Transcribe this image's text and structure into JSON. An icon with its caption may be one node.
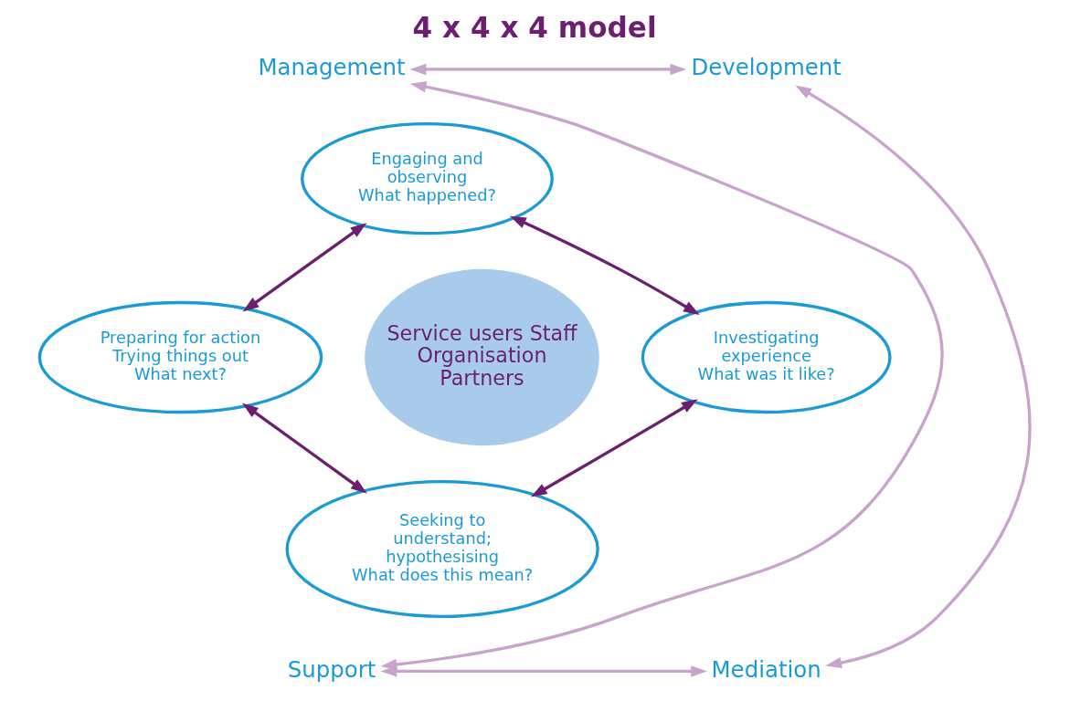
{
  "diagram": {
    "title": "4 x 4 x 4 model",
    "nodes": [
      {
        "text": [
          "Management"
        ]
      },
      {
        "text": [
          "Development"
        ]
      },
      {
        "text": [
          "Engaging and observing",
          "What happened?"
        ]
      },
      {
        "text": [
          "Preparing for action Trying things out",
          "What next?"
        ]
      },
      {
        "text": [
          "Service users Staff Organisation Partners"
        ]
      },
      {
        "text": [
          "Investigating experience",
          "What was it like?"
        ]
      },
      {
        "text": [
          "Seeking to understand; hypothesising",
          "What does this mean?"
        ]
      },
      {
        "text": [
          "Support"
        ]
      },
      {
        "text": [
          "Mediation"
        ]
      }
    ],
    "edges": [
      {
        "from": 0,
        "to": 1,
        "arrow": "both",
        "color": "#c8a4cc"
      },
      {
        "from": 1,
        "to": 8,
        "arrow": "both",
        "color": "#c8a4cc"
      },
      {
        "from": 7,
        "to": 8,
        "arrow": "both",
        "color": "#c8a4cc"
      },
      {
        "from": 0,
        "to": 7,
        "arrow": "both",
        "color": "#c8a4cc"
      },
      {
        "from": 2,
        "to": 5,
        "arrow": "both",
        "color": "#6b1f6e"
      },
      {
        "from": 5,
        "to": 6,
        "arrow": "both",
        "color": "#6b1f6e"
      },
      {
        "from": 6,
        "to": 3,
        "arrow": "both",
        "color": "#6b1f6e"
      },
      {
        "from": 3,
        "to": 2,
        "arrow": "both",
        "color": "#6b1f6e"
      }
    ]
  }
}
